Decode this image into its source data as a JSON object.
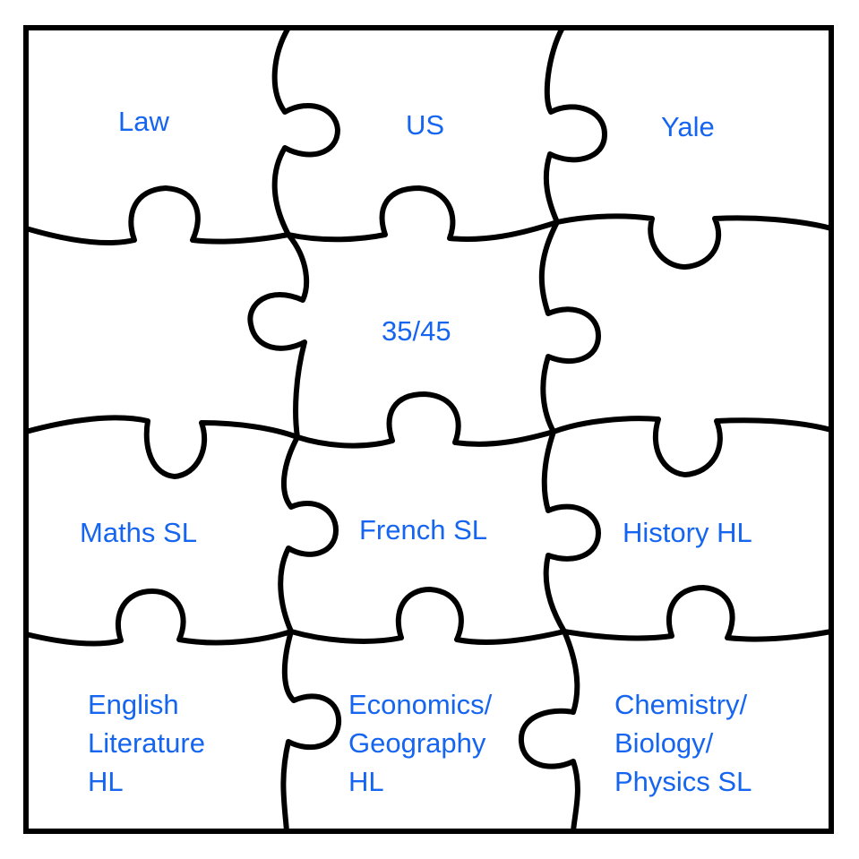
{
  "colors": {
    "text": "#1565f0",
    "stroke": "#000000",
    "background": "#ffffff"
  },
  "pieces": {
    "law": {
      "lines": [
        "Law"
      ]
    },
    "us": {
      "lines": [
        "US"
      ]
    },
    "yale": {
      "lines": [
        "Yale"
      ]
    },
    "score": {
      "lines": [
        "35/45"
      ]
    },
    "maths": {
      "lines": [
        "Maths SL"
      ]
    },
    "french": {
      "lines": [
        "French SL"
      ]
    },
    "history": {
      "lines": [
        "History HL"
      ]
    },
    "english": {
      "lines": [
        "English",
        "Literature",
        "HL"
      ]
    },
    "economics": {
      "lines": [
        "Economics/",
        "Geography",
        "HL"
      ]
    },
    "sciences": {
      "lines": [
        "Chemistry/",
        "Biology/",
        "Physics SL"
      ]
    }
  }
}
